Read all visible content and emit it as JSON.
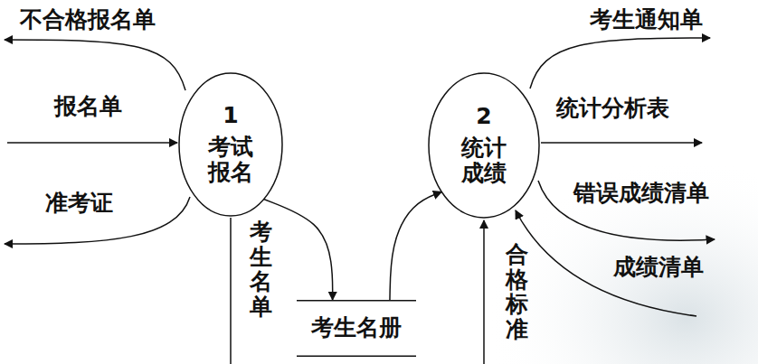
{
  "diagram": {
    "nodes": [
      {
        "text": [
          "1",
          "考试 报名"
        ]
      },
      {
        "text": [
          "2",
          "统计 成绩"
        ]
      },
      {
        "text": [
          "考生名册"
        ]
      }
    ],
    "edges": [
      {
        "from": 0,
        "to": 2,
        "arrow": "to",
        "label": "考生名单"
      },
      {
        "from": 2,
        "to": 1,
        "arrow": "to"
      }
    ],
    "labels": [
      "不合格报名单",
      "报名单",
      "准考证",
      "考生通知单",
      "统计分析表",
      "错误成绩清单",
      "成绩清单",
      "合格标准"
    ]
  }
}
